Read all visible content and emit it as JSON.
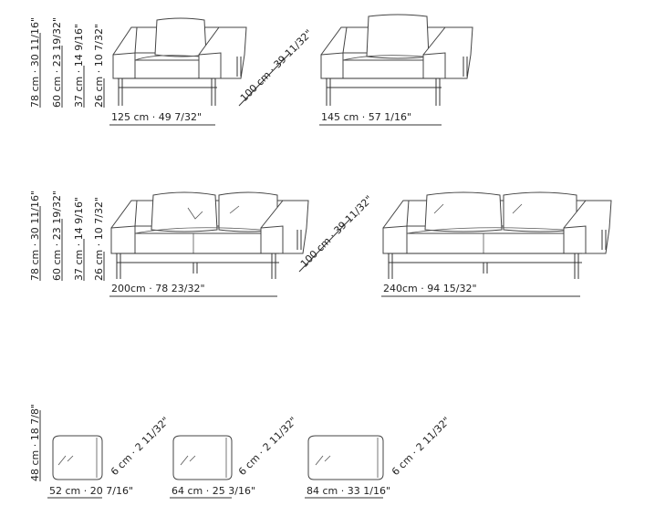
{
  "heights_group1": [
    "78 cm · 30 11/16\"",
    "60 cm · 23 19/32\"",
    "37 cm · 14 9/16\"",
    "26 cm · 10 7/32\""
  ],
  "heights_group2": [
    "78 cm · 30 11/16\"",
    "60 cm · 23 19/32\"",
    "37 cm · 14 9/16\"",
    "26 cm · 10 7/32\""
  ],
  "depth_group1": "100 cm · 39 11/32\"",
  "depth_group2": "100 cm · 39 11/32\"",
  "armchair_widths": [
    "125 cm · 49 7/32\"",
    "145 cm · 57 1/16\""
  ],
  "sofa_widths": [
    "200cm · 78 23/32\"",
    "240cm · 94 15/32\""
  ],
  "cushion_height": "48 cm · 18 7/8\"",
  "cushion_widths": [
    "52 cm · 20 7/16\"",
    "64 cm · 25 3/16\"",
    "84 cm · 33 1/16\""
  ],
  "cushion_depths": [
    "6 cm · 2 11/32\"",
    "6 cm · 2 11/32\"",
    "6 cm · 2 11/32\""
  ]
}
